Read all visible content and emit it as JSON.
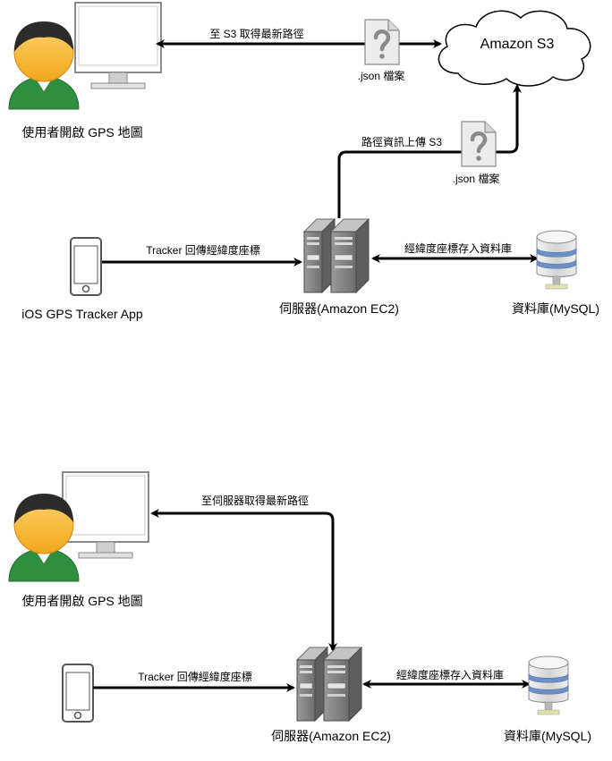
{
  "top": {
    "user_label": "使用者開啟 GPS 地圖",
    "user_to_s3_label": "至 S3 取得最新路徑",
    "json_file_1_label": ".json 檔案",
    "cloud_label": "Amazon S3",
    "upload_label": "路徑資訊上傳 S3",
    "json_file_2_label": ".json 檔案",
    "phone_label": "iOS GPS Tracker App",
    "phone_to_server_label": "Tracker 回傳經緯度座標",
    "server_label": "伺服器(Amazon EC2)",
    "server_to_db_label": "經緯度座標存入資料庫",
    "db_label": "資料庫(MySQL)"
  },
  "bottom": {
    "user_label": "使用者開啟 GPS 地圖",
    "server_to_user_label": "至伺服器取得最新路徑",
    "phone_to_server_label": "Tracker 回傳經緯度座標",
    "server_label": "伺服器(Amazon EC2)",
    "server_to_db_label": "經緯度座標存入資料庫",
    "db_label": "資料庫(MySQL)"
  }
}
